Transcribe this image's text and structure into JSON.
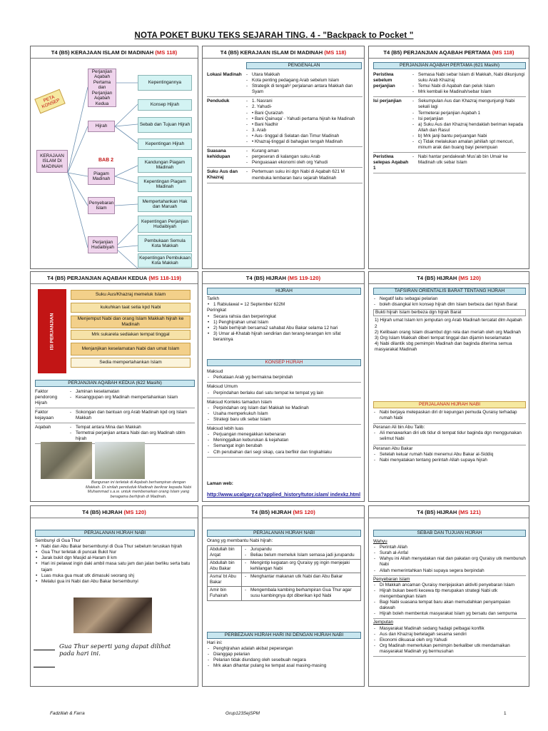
{
  "title": "NOTA POKET BUKU TEKS SEJARAH TING. 4 - \"Backpack to Pocket \"",
  "p1": {
    "head": "T4 (B5) KERAJAAN ISLAM DI MADINAH",
    "ms": "(MS 118)",
    "peta": "PETA KONSEP",
    "root": "KERAJAAN ISLAM DI MADINAH",
    "bab": "BAB 2",
    "n_pak": "Perjanjian Aqabah Pertama dan Perjanjian Aqabah Kedua",
    "n_hij": "Hijrah",
    "n_pm": "Piagam Madinah",
    "n_peny": "Penyebaran Islam",
    "n_ph": "Perjanjian Hudaibiyah",
    "l_kep": "Kepentingannya",
    "l_kh": "Konsep Hijrah",
    "l_sebab": "Sebab dan Tujuan Hijrah",
    "l_kephij": "Kepentingan Hijrah",
    "l_kand": "Kandungan Piagam Madinah",
    "l_kepp": "Kepentingan Piagam Madinah",
    "l_mem": "Mempertahankan Hak dan Maruah",
    "l_keph": "Kepentingan Perjanjian Hudaibiyah",
    "l_pemb": "Pembukaan Semula Kota Makkah",
    "l_kepm": "Kepentingan Pembukaan Kota Makkah"
  },
  "p2": {
    "head": "T4 (B5) KERAJAAN ISLAM DI MADINAH",
    "ms": "(MS 118)",
    "bar": "PENGENALAN",
    "rows": [
      {
        "label": "Lokasi Madinah",
        "items": [
          "Utara Makkah",
          "Kota penting pedagang Arab sebelum Islam",
          "Strategik di tengah² perjalanan antara Makkah dan Syam"
        ]
      },
      {
        "label": "Penduduk",
        "items": [
          "1. Nasrani",
          "2. Yahudi-",
          "• Bani Quraizah",
          "• Bani Qainuqa’ - Yahudi pertama hijrah ke Madinah",
          "• Bani Nadhir",
          "3. Arab",
          "• Aus- tinggal di Selatan dan Timur Madinah",
          "• Khazraj-tinggal di bahagian tengah Madinah"
        ]
      },
      {
        "label": "Suasana kehidupan",
        "items": [
          "Kurang aman",
          "pergeseran di kalangan suku Arab",
          "Penguasaan ekonomi oleh org Yahudi"
        ]
      },
      {
        "label": "Suku Aus dan Khazraj",
        "items": [
          "Pertemuan suku ini dgn Nabi di Aqabah 621 M membuka lembaran baru sejarah Madinah"
        ]
      }
    ]
  },
  "p3": {
    "head": "T4 (B5) PERJANJIAN AQABAH PERTAMA",
    "ms": "(MS 118)",
    "bar": "PERJANJIAN AQABAH PERTAMA (621 Masihi)",
    "rows": [
      {
        "label": "Peristiwa sebelum perjanjian",
        "items": [
          "Semasa Nabi sebar Islam di Makkah, Nabi dikunjungi suku Arab Khazraj",
          "Temui Nabi di Aqabah dan peluk Islam",
          "Mrk kembali ke Madinah/sebar Islam"
        ]
      },
      {
        "label": "Isi perjanjian",
        "items": [
          "Sekumpulan Aus dan Khazraj mengunjungi Nabi sekali lagi",
          "Termeterai perjanjian Aqabah 1",
          "Isi perjanjian",
          "a) Suku Aus dan Khazraj hendaklah beriman kepada Allah dan Rasul",
          "b) Mrk janji bantu perjuangan Nabi",
          "c) Tidak melakukan amalan jahiliah spt mencuri, minum arak dan buang bayi perempuan"
        ]
      },
      {
        "label": "Peristiwa selepas Aqabah 1",
        "items": [
          "Nabi hantar pendakwah Mus’ab bin Umair ke Madinah utk sebar Islam"
        ]
      }
    ]
  },
  "p4": {
    "head": "T4 (B5) PERJANJIAN AQABAH KEDUA",
    "ms": "(MS 118-119)",
    "side": "ISI PERJANJIAN",
    "boxes": [
      "Suku Aus/Khazraj memeluk Islam",
      "kukuhkan taat setia kpd Nabi",
      "Menjemput Nabi dan orang Islam Makkah hijrah ke Madinah",
      "Mrk sukarela sediakan tempat tinggal",
      "Menjanjikan keselamatan Nabi dan umat Islam",
      "Sedia mempertahankan Islam"
    ],
    "bar": "PERJANJIAN AQABAH KEDUA (622 Masihi)",
    "rows": [
      {
        "label": "Faktor pendorong Hijrah",
        "items": [
          "Jaminan keselamatan",
          "Kesanggupan org Madinah mempertahankan Islam"
        ]
      },
      {
        "label": "Faktor kejayaan",
        "items": [
          "Sokongan dan bantuan org Arab Madinah kpd org Islam Makkah"
        ]
      },
      {
        "label": "Aqabah",
        "items": [
          "Tempat antara Mina dan Makkah",
          "Termetrai perjanjian antara Nabi dan org Madinah sblm hijrah"
        ]
      }
    ],
    "caption": "Bangunan ini terletak di Aqabah berhampiran dengan Makkah. Di sinilah penduduk Madinah berikrar kepada Nabi Muhammad s.a.w. untuk membenarkan orang Islam yang beragama berhijrah di Madinah."
  },
  "p5": {
    "head": "T4 (B5) HIJRAH",
    "ms": "(MS 119-120)",
    "bar1": "HIJRAH",
    "tarikh": "Tarikh",
    "t1": "1 Rabiulawal = 12 September 622M",
    "peringkat": "Peringkat",
    "pitems": [
      "Secara rahsia dan berperingkat",
      "1) Penghijrahan umat Islam",
      "2) Nabi berhijrah bersama2 sahabat Abu Bakar selama 12 hari",
      "3) Umar al-Khatab hijrah sendirian dan terang-terangan krn sifat beraninya"
    ],
    "bar2": "KONSEP HIJRAH",
    "konsep": [
      {
        "h": "Maksud",
        "items": [
          "Perkataan Arab yg bermakna berpindah"
        ]
      },
      {
        "h": "Maksud Umum",
        "items": [
          "Perpindahan berlaku dari satu tempat ke tempat yg lain"
        ]
      },
      {
        "h": "Maksud Konteks tamadun Islam",
        "items": [
          "Perpindahan org Islam dari Makkah ke Madinah",
          "Usaha memperkukuh Islam",
          "Strategi baru utk sebar Islam"
        ]
      },
      {
        "h": "Maksud lebih luas",
        "items": [
          "Perjuangan menegakkan kebenaran",
          "Meninggalkan keburukan & kejahatan",
          "Semangat ingin berubah",
          "Cth perubahan dari segi sikap, cara berfikir dan tingkahlaku"
        ]
      }
    ],
    "laman": "Laman web:",
    "url": "http://www.ucalgary.ca?applied_history/tutor.islam/ indexkz.html"
  },
  "p6": {
    "head": "T4 (B5) HIJRAH",
    "ms": "(MS 120)",
    "bar1": "TAFSIRAN ORIENTALIS BARAT TENTANG HIJRAH",
    "o1": [
      "Negatif laitu sebagai pelarian",
      "boleh disangkal krn konsep hijrah dlm Islam berbeza dari hijrah Barat"
    ],
    "sub": "Bukti hijrah Islam berbeza dgn hijrah Barat",
    "o2": [
      "1) Hijrah umat Islam krn jemputan org Arab Madinah tercatat dlm Aqabah 2",
      "2) Kelibaan orang Islam disambut dgn rela dan meriah oleh org Madinah",
      "3) Org Islam Makkah diberi tempat tinggal dan dijamin keselamatan",
      "4) Nabi dilantik sbg pemimpin Madinah dan baginda diterima semua masyarakat Madinah"
    ],
    "bar2": "PERJALANAN HIJRAH NABI",
    "pj": [
      "Nabi berjaya melepaskan diri dr kepungan pemuda Quraisy terhadap rumah Nabi"
    ],
    "ali_h": "Peranan Ali bin Abu Talib:",
    "ali": [
      "Ali menawarkan diri utk tidur di tempat tidur baginda dgn menggunakan selimut Nabi"
    ],
    "abu_h": "Peranan Abu Bakar",
    "abu": [
      "Setelah keluar rumah Nabi menemui Abu Bakar al-Siddiq",
      "Nabi menyatakan tentang perintah Allah supaya hijrah"
    ]
  },
  "p7": {
    "head": "T4 (B5) HIJRAH",
    "ms": "(MS 120)",
    "bar": "PERJALANAN HIJRAH NABI",
    "sub": "Sembunyi di Gua Thur",
    "items": [
      "Nabi dan Abu Bakar bersembunyi di Gua Thur sebelum teruskan hijrah",
      "Gua Thur terletak di puncak Bukit Nur",
      "Jarak bukit dgn Masjid al-Haram 8 km",
      "Hari ini pelawat ingin daki ambil masa satu jam dan jalan berliku serta batu tajam",
      "Luas muka gua muat utk dimasuki seorang shj",
      "Melalui gua ini Nabi dan Abu Bakar bersembunyi"
    ],
    "note": "Gua Thur seperti yang dapat dilihat pada hari ini."
  },
  "p8": {
    "head": "T4 (B5) HIJRAH",
    "ms": "(MS 120)",
    "bar1": "PERJALANAN HIJRAH NABI",
    "intro": "Orang yg membantu Nabi hijrah:",
    "rows": [
      {
        "label": "Abdullah bin Arqat",
        "items": [
          "Jurupandu",
          "Beliau belum memeluk Islam semasa jadi jurupandu"
        ]
      },
      {
        "label": "Abdullah bin Abu Bakar",
        "items": [
          "Mengintip kegiatan org Quraisy yg ingin menjejaki kehilangan Nabi"
        ]
      },
      {
        "label": "Asma’ bt Abu Bakar",
        "items": [
          "Menghantar makanan utk Nabi dan Abu Bakar"
        ]
      },
      {
        "label": "Amir bin Fuhairah",
        "items": [
          "Mengembala kambing berhampiran Gua Thur agar susu kambingnya dpt diberikan kpd Nabi"
        ]
      }
    ],
    "bar2": "PERBEZAAN HIJRAH HARI INI DENGAN HIJRAH NABI",
    "hh": "Hari ini:",
    "hitems": [
      "Penghijrahan adalah akibat peperangan",
      "Dianggap pelarian",
      "Pelarian tidak diundang oleh sesebuah negara",
      "Mrk akan dihantar pulang ke tempat asal masing-masing"
    ]
  },
  "p9": {
    "head": "T4 (B5) HIJRAH",
    "ms": "(MS 121)",
    "bar": "SEBAB DAN TUJUAN HIJRAH",
    "groups": [
      {
        "h": "Wahyu",
        "items": [
          "Perintah Allah",
          "Surah al-Anfal",
          "Wahyu ini Allah menyatakan niat dan pakatan org Quraisy utk membunuh Nabi",
          "Allah memerintahkan Nabi supaya segera berpindah"
        ]
      },
      {
        "h": "Penyebaran Islam",
        "items": [
          "Di Makkah ancaman Quraisy menjejaskan aktiviti penyebaran Islam",
          "Hijrah bukan beerti kecewa ttp merupakan strategi Nabi utk mengembangkan Islam",
          "Bagi Nabi suasana tempat baru akan memudahkan penyampaian dakwah",
          "Hijrah boleh membentuk masyarakat Islam yg bersatu dan sempurna"
        ]
      },
      {
        "h": "Jemputan",
        "items": [
          "Masyarakat Madinah sedang hadapi pelbagai konflik",
          "Aus dan Khazraj bertelagah sesama sendiri",
          "Ekonomi dikuasai oleh org Yahudi",
          "Org Madinah memerlukan pemimpin berkaliber utk mendamaikan masyarakat Madinah yg bermusuhan"
        ]
      }
    ]
  },
  "footer": {
    "left": "Fadzillah & Farra",
    "center": "Grup123SejSPM",
    "right": "1"
  }
}
